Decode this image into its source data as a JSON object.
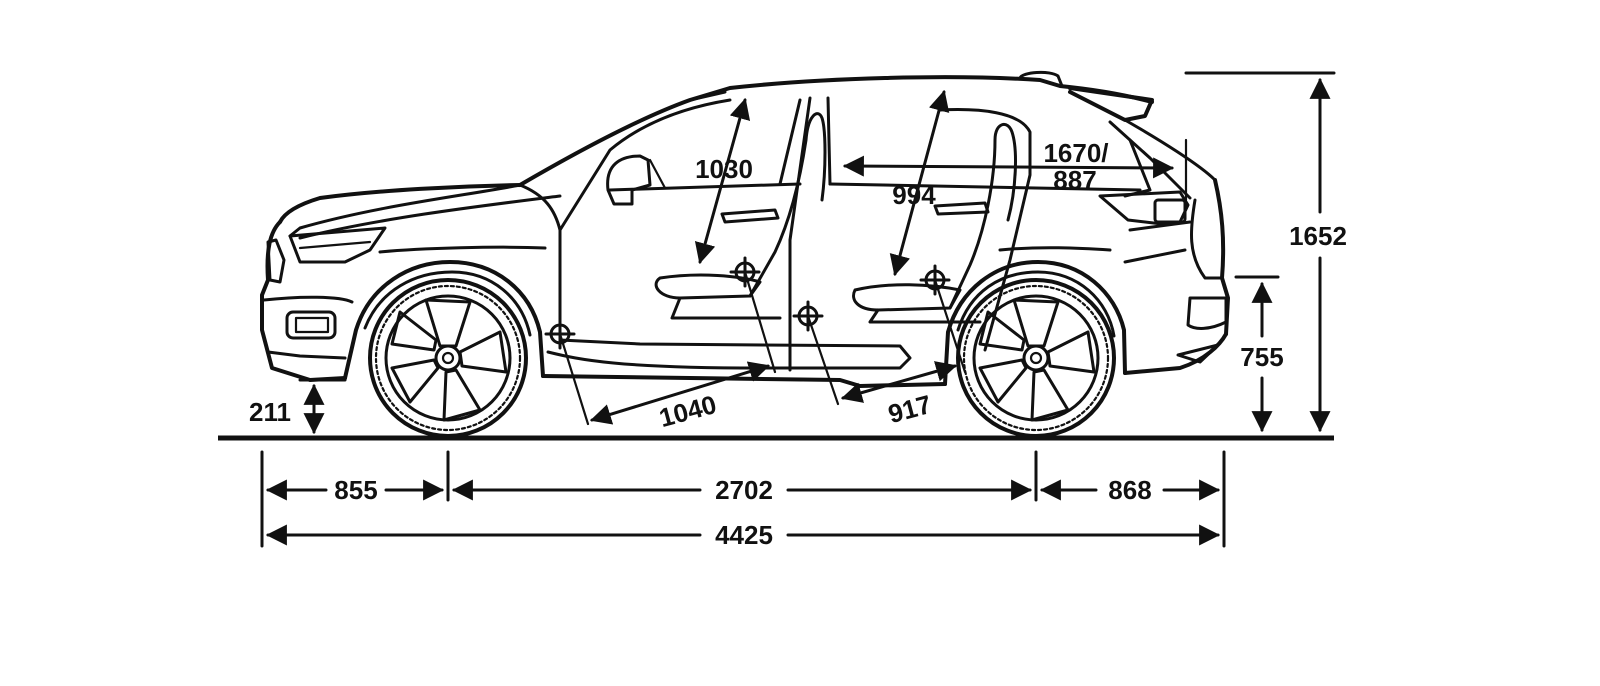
{
  "diagram": {
    "subject": "compact SUV side-view dimension drawing",
    "line_color": "#111111",
    "background": "#ffffff",
    "dimensions": {
      "front_overhang": "855",
      "wheelbase": "2702",
      "rear_overhang": "868",
      "overall_length": "4425",
      "overall_height": "1652",
      "ground_clearance": "211",
      "load_sill_height": "755",
      "front_headroom": "1030",
      "rear_headroom": "994",
      "cargo_length_line1": "1670/",
      "cargo_length_line2": "887",
      "front_legroom": "1040",
      "rear_legroom": "917"
    }
  }
}
